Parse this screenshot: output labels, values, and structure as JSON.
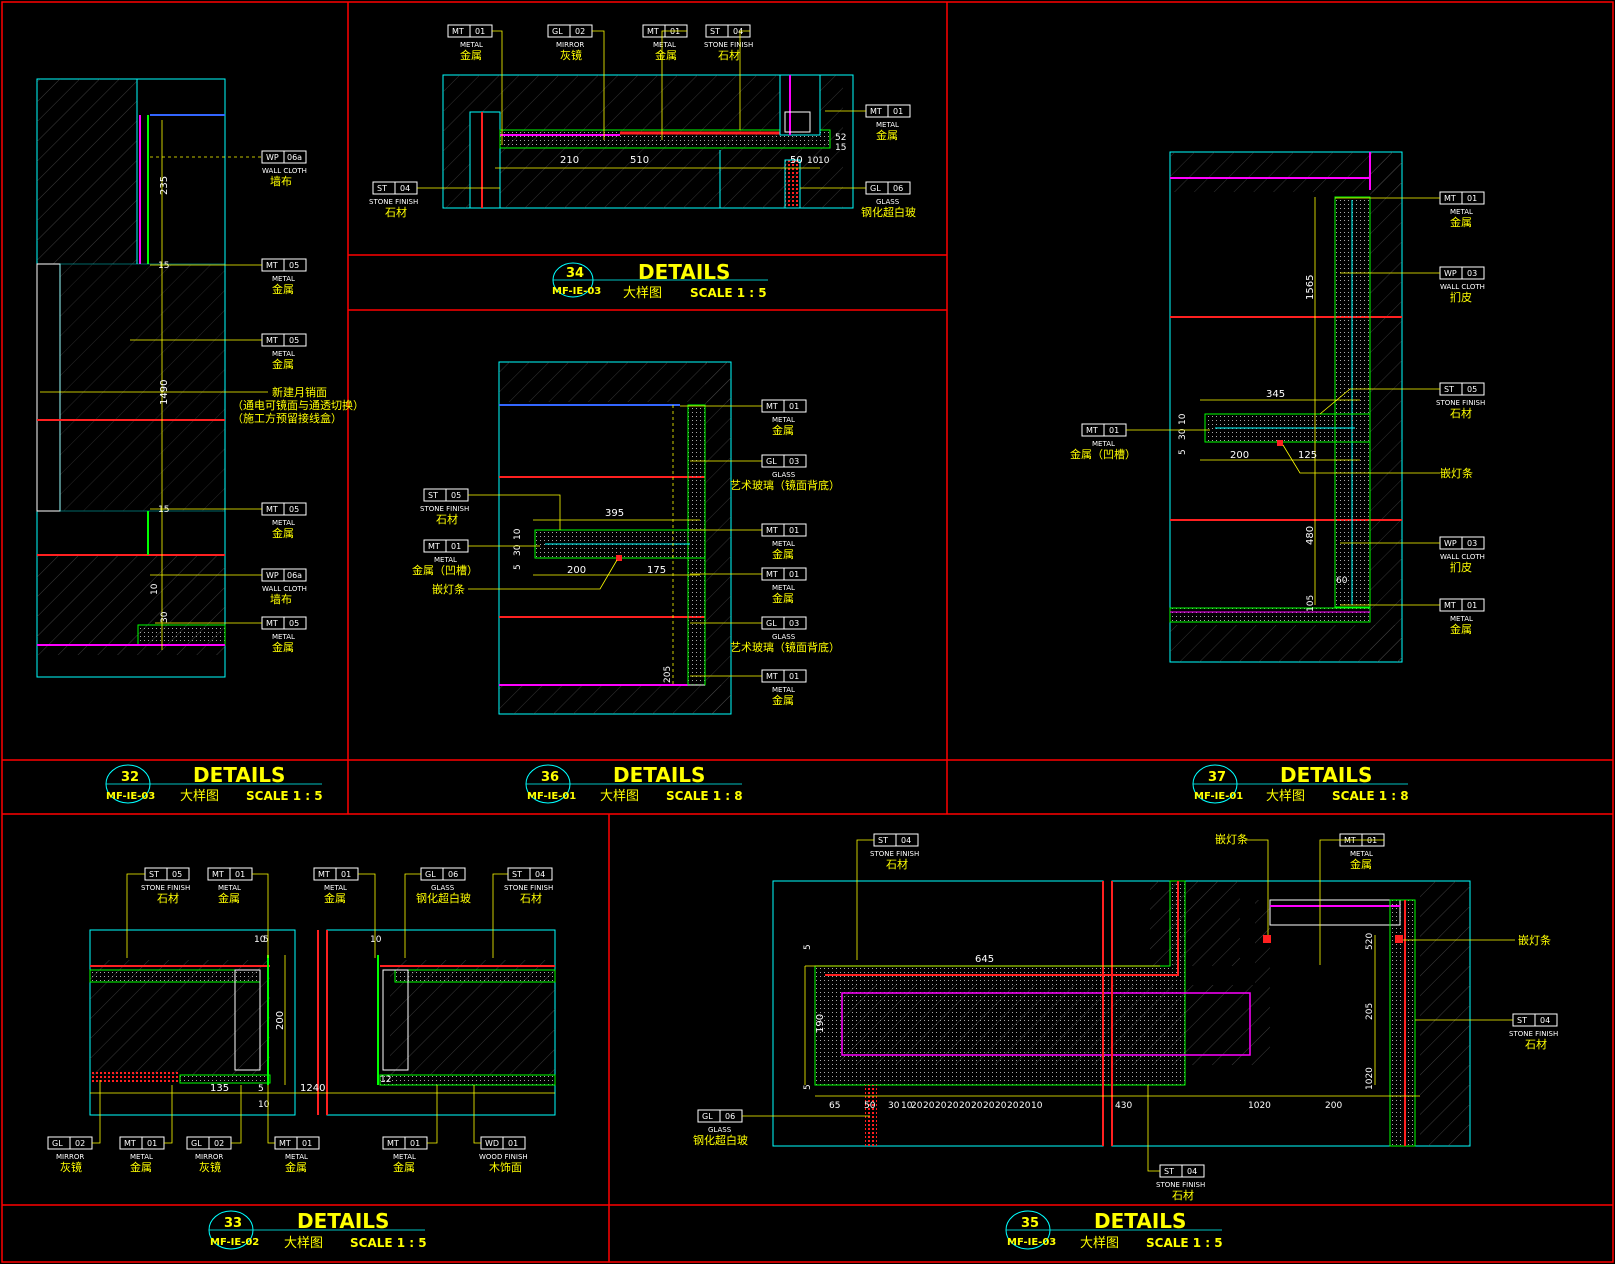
{
  "colors": {
    "frame": "#ff0000",
    "cyan": "#00ffff",
    "yellow": "#ffff00",
    "green": "#00ff00",
    "magenta": "#ff00ff",
    "blue": "#3366ff",
    "white": "#ffffff",
    "red": "#ff2020",
    "gray": "#777777"
  },
  "panels": [
    {
      "id": "p34",
      "num": "34",
      "ref": "MF-IE-03",
      "title": "DETAILS",
      "subtitle": "大样图",
      "scale": "SCALE 1 : 5",
      "tags": [
        {
          "code": "MT",
          "no": "01",
          "en": "METAL",
          "cn": "金属"
        },
        {
          "code": "GL",
          "no": "02",
          "en": "MIRROR",
          "cn": "灰镜"
        },
        {
          "code": "MT",
          "no": "01",
          "en": "METAL",
          "cn": "金属"
        },
        {
          "code": "ST",
          "no": "04",
          "en": "STONE FINISH",
          "cn": "石材"
        },
        {
          "code": "MT",
          "no": "01",
          "en": "METAL",
          "cn": "金属"
        },
        {
          "code": "ST",
          "no": "04",
          "en": "STONE FINISH",
          "cn": "石材"
        },
        {
          "code": "GL",
          "no": "06",
          "en": "GLASS",
          "cn": "钢化超白玻"
        }
      ],
      "dims": [
        "210",
        "510",
        "50",
        "10",
        "10",
        "15",
        "52"
      ]
    },
    {
      "id": "p32",
      "num": "32",
      "ref": "MF-IE-03",
      "title": "DETAILS",
      "subtitle": "大样图",
      "scale": "SCALE 1 : 5",
      "tags": [
        {
          "code": "WP",
          "no": "06a",
          "en": "WALL CLOTH",
          "cn": "墙布"
        },
        {
          "code": "MT",
          "no": "05",
          "en": "METAL",
          "cn": "金属"
        },
        {
          "code": "MT",
          "no": "05",
          "en": "METAL",
          "cn": "金属"
        },
        {
          "code": "MT",
          "no": "05",
          "en": "METAL",
          "cn": "金属"
        },
        {
          "code": "WP",
          "no": "06a",
          "en": "WALL CLOTH",
          "cn": "墙布"
        },
        {
          "code": "MT",
          "no": "05",
          "en": "METAL",
          "cn": "金属"
        }
      ],
      "note": [
        "新建月销面",
        "（通电可镜面与通透切换）",
        "（施工方预留接线盒）"
      ],
      "dims": [
        "235",
        "1490",
        "15",
        "10",
        "30"
      ]
    },
    {
      "id": "p36",
      "num": "36",
      "ref": "MF-IE-01",
      "title": "DETAILS",
      "subtitle": "大样图",
      "scale": "SCALE 1 : 8",
      "tags": [
        {
          "code": "MT",
          "no": "01",
          "en": "METAL",
          "cn": "金属"
        },
        {
          "code": "GL",
          "no": "03",
          "en": "GLASS",
          "cn": "艺术玻璃（镜面背底）"
        },
        {
          "code": "ST",
          "no": "05",
          "en": "STONE FINISH",
          "cn": "石材"
        },
        {
          "code": "MT",
          "no": "01",
          "en": "METAL",
          "cn": "金属（凹槽）"
        },
        {
          "code": "MT",
          "no": "01",
          "en": "METAL",
          "cn": "金属"
        },
        {
          "code": "MT",
          "no": "01",
          "en": "METAL",
          "cn": "金属"
        },
        {
          "code": "GL",
          "no": "03",
          "en": "GLASS",
          "cn": "艺术玻璃（镜面背底）"
        },
        {
          "code": "MT",
          "no": "01",
          "en": "METAL",
          "cn": "金属"
        }
      ],
      "light": "嵌灯条",
      "dims": [
        "395",
        "200",
        "175",
        "5",
        "30",
        "10",
        "5",
        "205"
      ]
    },
    {
      "id": "p37",
      "num": "37",
      "ref": "MF-IE-01",
      "title": "DETAILS",
      "subtitle": "大样图",
      "scale": "SCALE 1 : 8",
      "tags": [
        {
          "code": "MT",
          "no": "01",
          "en": "METAL",
          "cn": "金属"
        },
        {
          "code": "WP",
          "no": "03",
          "en": "WALL CLOTH",
          "cn": "扪皮"
        },
        {
          "code": "ST",
          "no": "05",
          "en": "STONE FINISH",
          "cn": "石材"
        },
        {
          "code": "MT",
          "no": "01",
          "en": "METAL",
          "cn": "金属（凹槽）"
        },
        {
          "code": "WP",
          "no": "03",
          "en": "WALL CLOTH",
          "cn": "扪皮"
        },
        {
          "code": "MT",
          "no": "01",
          "en": "METAL",
          "cn": "金属"
        }
      ],
      "light": "嵌灯条",
      "dims": [
        "1565",
        "345",
        "200",
        "125",
        "480",
        "60",
        "105",
        "5",
        "30",
        "10",
        "5"
      ]
    },
    {
      "id": "p33",
      "num": "33",
      "ref": "MF-IE-02",
      "title": "DETAILS",
      "subtitle": "大样图",
      "scale": "SCALE 1 : 5",
      "tags": [
        {
          "code": "ST",
          "no": "05",
          "en": "STONE FINISH",
          "cn": "石材"
        },
        {
          "code": "MT",
          "no": "01",
          "en": "METAL",
          "cn": "金属"
        },
        {
          "code": "MT",
          "no": "01",
          "en": "METAL",
          "cn": "金属"
        },
        {
          "code": "GL",
          "no": "06",
          "en": "GLASS",
          "cn": "钢化超白玻"
        },
        {
          "code": "ST",
          "no": "04",
          "en": "STONE FINISH",
          "cn": "石材"
        },
        {
          "code": "GL",
          "no": "02",
          "en": "MIRROR",
          "cn": "灰镜"
        },
        {
          "code": "MT",
          "no": "01",
          "en": "METAL",
          "cn": "金属"
        },
        {
          "code": "GL",
          "no": "02",
          "en": "MIRROR",
          "cn": "灰镜"
        },
        {
          "code": "MT",
          "no": "01",
          "en": "METAL",
          "cn": "金属"
        },
        {
          "code": "MT",
          "no": "01",
          "en": "METAL",
          "cn": "金属"
        },
        {
          "code": "WD",
          "no": "01",
          "en": "WOOD FINISH",
          "cn": "木饰面"
        }
      ],
      "dims": [
        "200",
        "135",
        "1240",
        "10",
        "5",
        "10",
        "5",
        "10",
        "12"
      ]
    },
    {
      "id": "p35",
      "num": "35",
      "ref": "MF-IE-03",
      "title": "DETAILS",
      "subtitle": "大样图",
      "scale": "SCALE 1 : 5",
      "tags": [
        {
          "code": "ST",
          "no": "04",
          "en": "STONE FINISH",
          "cn": "石材"
        },
        {
          "code": "MT",
          "no": "01",
          "en": "METAL",
          "cn": "金属"
        },
        {
          "code": "ST",
          "no": "04",
          "en": "STONE FINISH",
          "cn": "石材"
        },
        {
          "code": "GL",
          "no": "06",
          "en": "GLASS",
          "cn": "钢化超白玻"
        },
        {
          "code": "ST",
          "no": "04",
          "en": "STONE FINISH",
          "cn": "石材"
        }
      ],
      "light": "嵌灯条",
      "light2": "嵌灯条",
      "dims": [
        "645",
        "190",
        "65",
        "50",
        "30",
        "10",
        "20",
        "20",
        "20",
        "20",
        "20",
        "20",
        "20",
        "20",
        "20",
        "20",
        "10",
        "430",
        "1020",
        "200",
        "205",
        "1020",
        "5",
        "5",
        "520"
      ]
    }
  ]
}
